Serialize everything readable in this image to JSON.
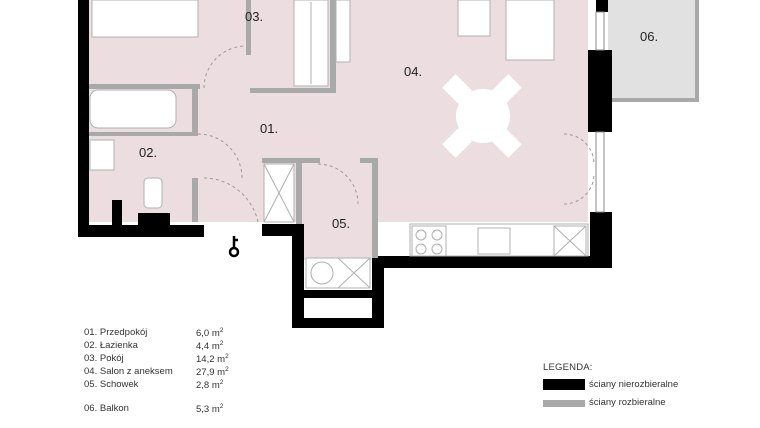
{
  "rooms": [
    {
      "code": "01.",
      "name": "Przedpokój",
      "area": "6,0"
    },
    {
      "code": "02.",
      "name": "Łazienka",
      "area": "4,4"
    },
    {
      "code": "03.",
      "name": "Pokój",
      "area": "14,2"
    },
    {
      "code": "04.",
      "name": "Salon z aneksem",
      "area": "27,9"
    },
    {
      "code": "05.",
      "name": "Schowek",
      "area": "2,8"
    },
    {
      "code": "06.",
      "name": "Balkon",
      "area": "5,3"
    }
  ],
  "area_unit": "m",
  "area_exp": "2",
  "legend": {
    "title": "LEGENDA:",
    "items": [
      {
        "label": "ściany nierozbieralne",
        "color": "#000000"
      },
      {
        "label": "ściany rozbieralne",
        "color": "#a9a9a9"
      }
    ]
  },
  "colors": {
    "floor": "#ecdde1",
    "balcony": "#e1e1e1",
    "wall_load": "#000000",
    "wall_part": "#a9a9a9"
  },
  "icons": [
    "key-icon",
    "bathtub-icon",
    "sink-icon",
    "toilet-icon",
    "shower-icon",
    "table-icon",
    "stove-icon",
    "wardrobe-icon",
    "door-swing-icon"
  ]
}
